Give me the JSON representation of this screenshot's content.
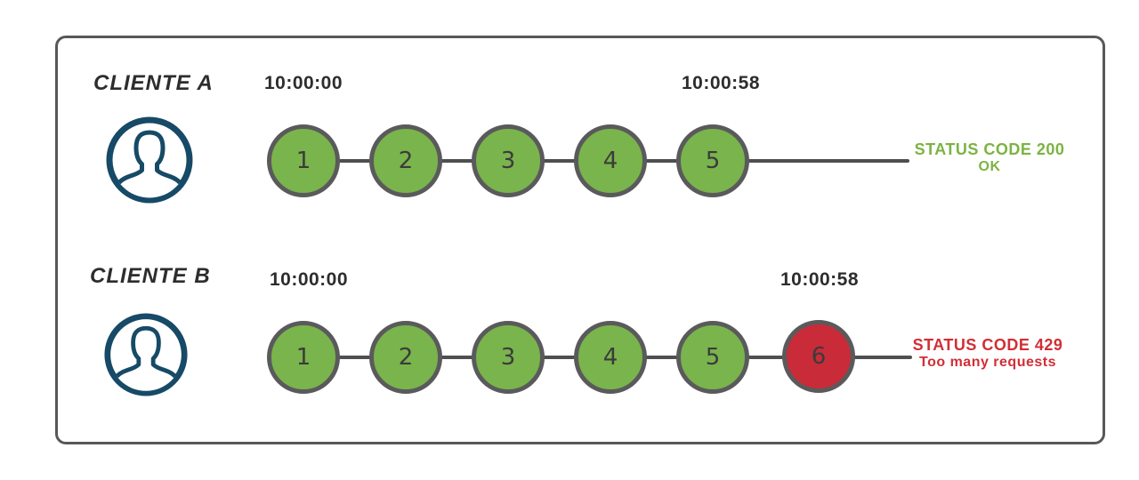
{
  "colors": {
    "frame-border": "#58585a",
    "circle-green": "#7ab44c",
    "circle-red": "#c92b38",
    "circle-border": "#5a5a5c",
    "timeline": "#4f4f51",
    "avatar-navy": "#164a66",
    "status-green": "#7cb342",
    "status-red": "#d22e36",
    "text-dark": "#2d2d2d"
  },
  "icons": {
    "avatar": "user-avatar-icon"
  },
  "rows": [
    {
      "client_label": "CLIENTE A",
      "start_time": "10:00:00",
      "end_time": "10:00:58",
      "requests": [
        "1",
        "2",
        "3",
        "4",
        "5"
      ],
      "status_line1": "STATUS CODE 200",
      "status_line2": "OK"
    },
    {
      "client_label": "CLIENTE B",
      "start_time": "10:00:00",
      "end_time": "10:00:58",
      "requests": [
        "1",
        "2",
        "3",
        "4",
        "5",
        "6"
      ],
      "status_line1": "STATUS CODE 429",
      "status_line2": "Too many requests"
    }
  ]
}
